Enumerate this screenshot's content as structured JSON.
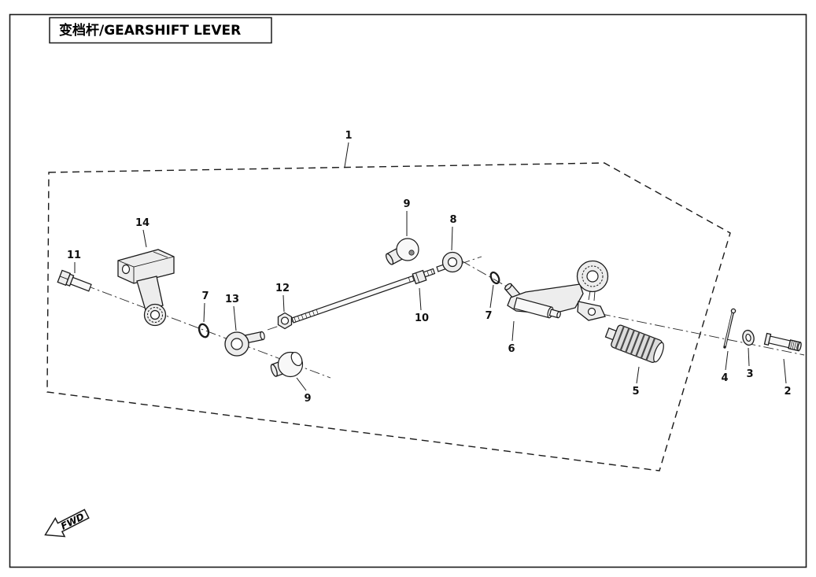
{
  "page": {
    "title": "变档杆/GEARSHIFT LEVER"
  },
  "diagram": {
    "fwd_label": "FWD",
    "callouts": [
      {
        "part": "assembly",
        "label": "1"
      },
      {
        "part": "clamp-bracket",
        "label": "14"
      },
      {
        "part": "bolt-left",
        "label": "11"
      },
      {
        "part": "o-ring-left",
        "label": "7"
      },
      {
        "part": "ball-socket",
        "label": "13"
      },
      {
        "part": "nut",
        "label": "12"
      },
      {
        "part": "ball-cap-top",
        "label": "9"
      },
      {
        "part": "rod-end",
        "label": "8"
      },
      {
        "part": "spacer-nut",
        "label": "10"
      },
      {
        "part": "o-ring-right",
        "label": "7"
      },
      {
        "part": "shift-lever",
        "label": "6"
      },
      {
        "part": "ball-cap-bottom",
        "label": "9"
      },
      {
        "part": "footpeg",
        "label": "5"
      },
      {
        "part": "cotter-pin",
        "label": "4"
      },
      {
        "part": "washer",
        "label": "3"
      },
      {
        "part": "pivot-bolt",
        "label": "2"
      }
    ]
  },
  "colors": {
    "line": "#1a1a1a",
    "background": "#ffffff"
  }
}
